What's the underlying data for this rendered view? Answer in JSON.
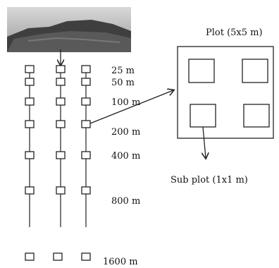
{
  "diagram": {
    "distances": [
      "25 m",
      "50 m",
      "100 m",
      "200 m",
      "400 m",
      "800 m",
      "1600 m"
    ],
    "plot_label": "Plot (5x5 m)",
    "subplot_label": "Sub plot (1x1 m)",
    "photo": {
      "description_icon": "photo-icon"
    }
  }
}
